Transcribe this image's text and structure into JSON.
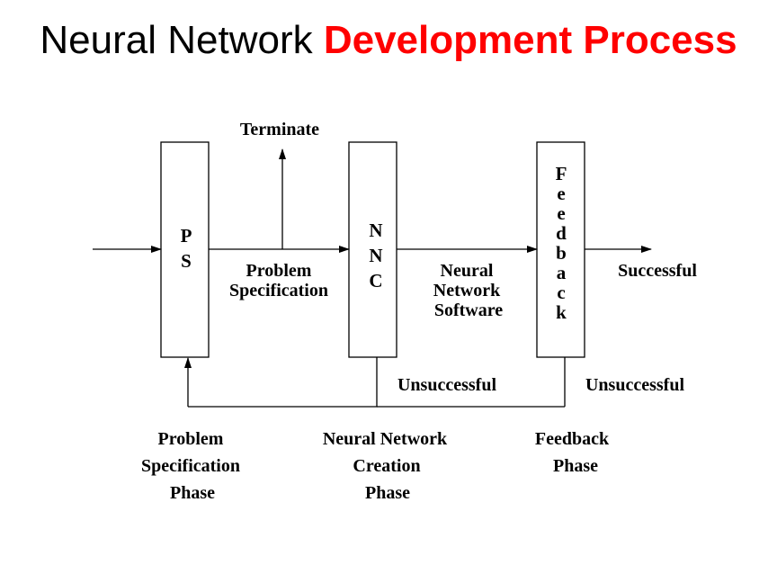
{
  "title": {
    "plain": "Neural Network ",
    "accent": "Development Process",
    "accent_color": "#ff0000"
  },
  "boxes": {
    "ps": [
      "P",
      "S"
    ],
    "nnc": [
      "N",
      "N",
      "C"
    ],
    "feedback": [
      "F",
      "e",
      "e",
      "d",
      "b",
      "a",
      "c",
      "k"
    ]
  },
  "labels": {
    "terminate": "Terminate",
    "problem_spec": [
      "Problem",
      "Specification"
    ],
    "nn_software": [
      "Neural",
      "Network",
      "Software"
    ],
    "successful": "Successful",
    "unsuccessful_1": "Unsuccessful",
    "unsuccessful_2": "Unsuccessful"
  },
  "phases": {
    "ps_phase": [
      "Problem",
      "Specification",
      "Phase"
    ],
    "nnc_phase": [
      "Neural Network",
      "Creation",
      "Phase"
    ],
    "feedback_phase": [
      "Feedback",
      "Phase"
    ]
  }
}
